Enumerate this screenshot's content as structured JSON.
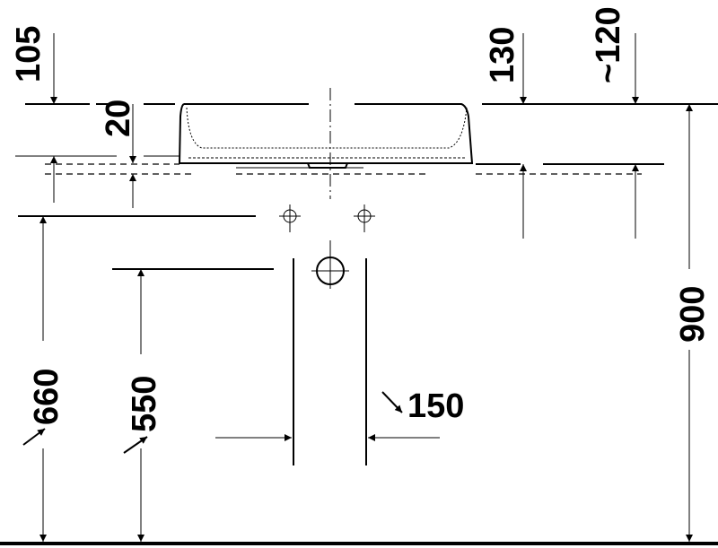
{
  "drawing": {
    "dimensions": {
      "mount_top": "105",
      "rim_thickness": "20",
      "overflow_height": "130",
      "waste_height": "~120",
      "total_height": "900",
      "supply_height": "660",
      "drain_height": "550",
      "wall_spacing": "150"
    }
  }
}
